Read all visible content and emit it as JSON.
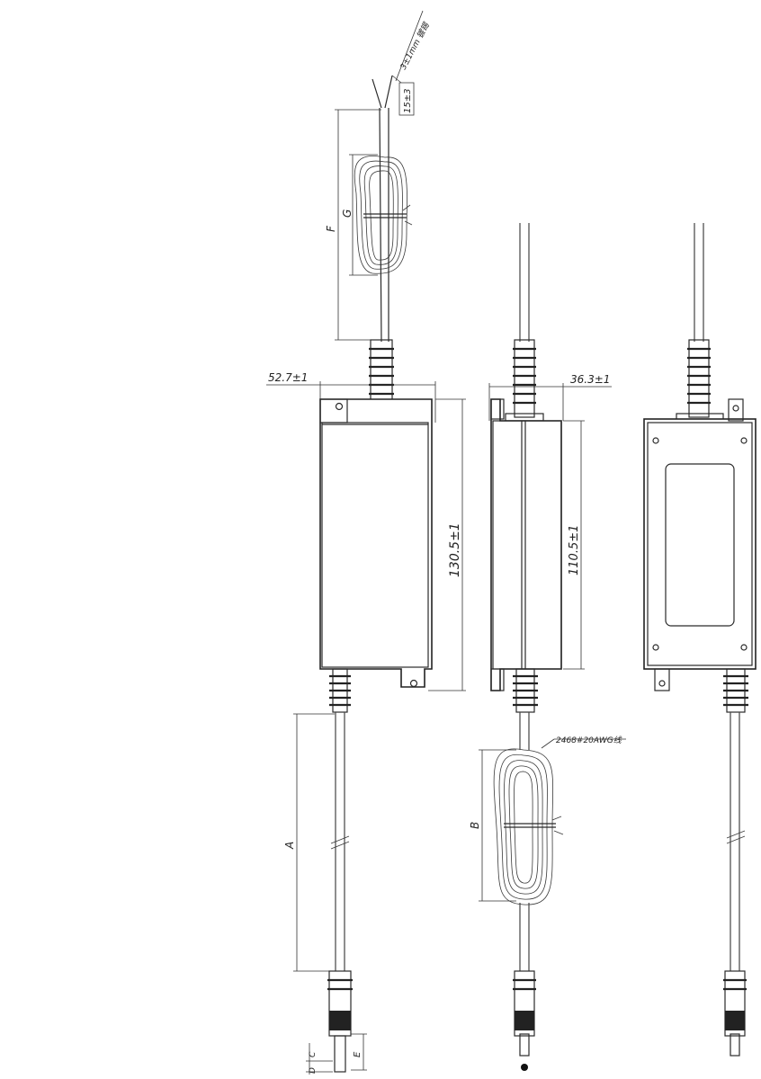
{
  "dimensions": {
    "width_a": "52.7±1",
    "width_b": "36.3±1",
    "height_a": "130.5±1",
    "height_b": "110.5±1",
    "strip": "15±3"
  },
  "labels": {
    "F": "F",
    "G": "G",
    "A": "A",
    "B": "B",
    "C": "C",
    "D": "D",
    "E": "E"
  },
  "notes": {
    "wire_top": "3±1mm 镀锡",
    "wire_cable": "2468#20AWG线"
  }
}
